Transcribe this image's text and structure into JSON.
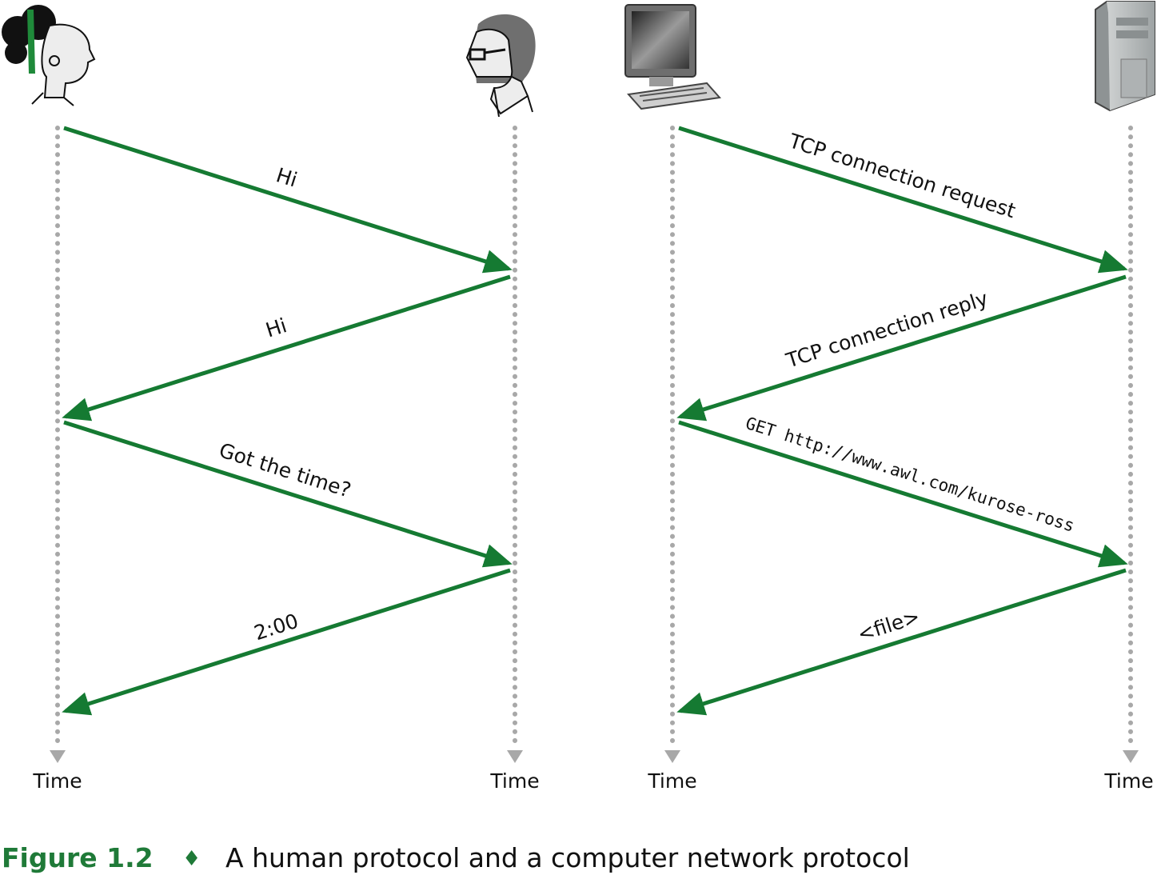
{
  "colors": {
    "arrow": "#157a32",
    "timeline": "#a8a8a8",
    "caption_accent": "#1f7a38"
  },
  "icons": {
    "person_left": "woman-icon",
    "person_right": "man-icon",
    "client": "desktop-computer-icon",
    "server": "server-tower-icon"
  },
  "timelines": {
    "human_left_label": "Time",
    "human_right_label": "Time",
    "computer_left_label": "Time",
    "computer_right_label": "Time"
  },
  "human_protocol": {
    "messages": [
      "Hi",
      "Hi",
      "Got the time?",
      "2:00"
    ]
  },
  "network_protocol": {
    "messages": [
      "TCP connection request",
      "TCP connection reply",
      "GET http://www.awl.com/kurose-ross",
      "<file>"
    ]
  },
  "caption": {
    "figure_number": "Figure 1.2",
    "bullet": "♦",
    "text": "A human protocol and a computer network protocol"
  }
}
